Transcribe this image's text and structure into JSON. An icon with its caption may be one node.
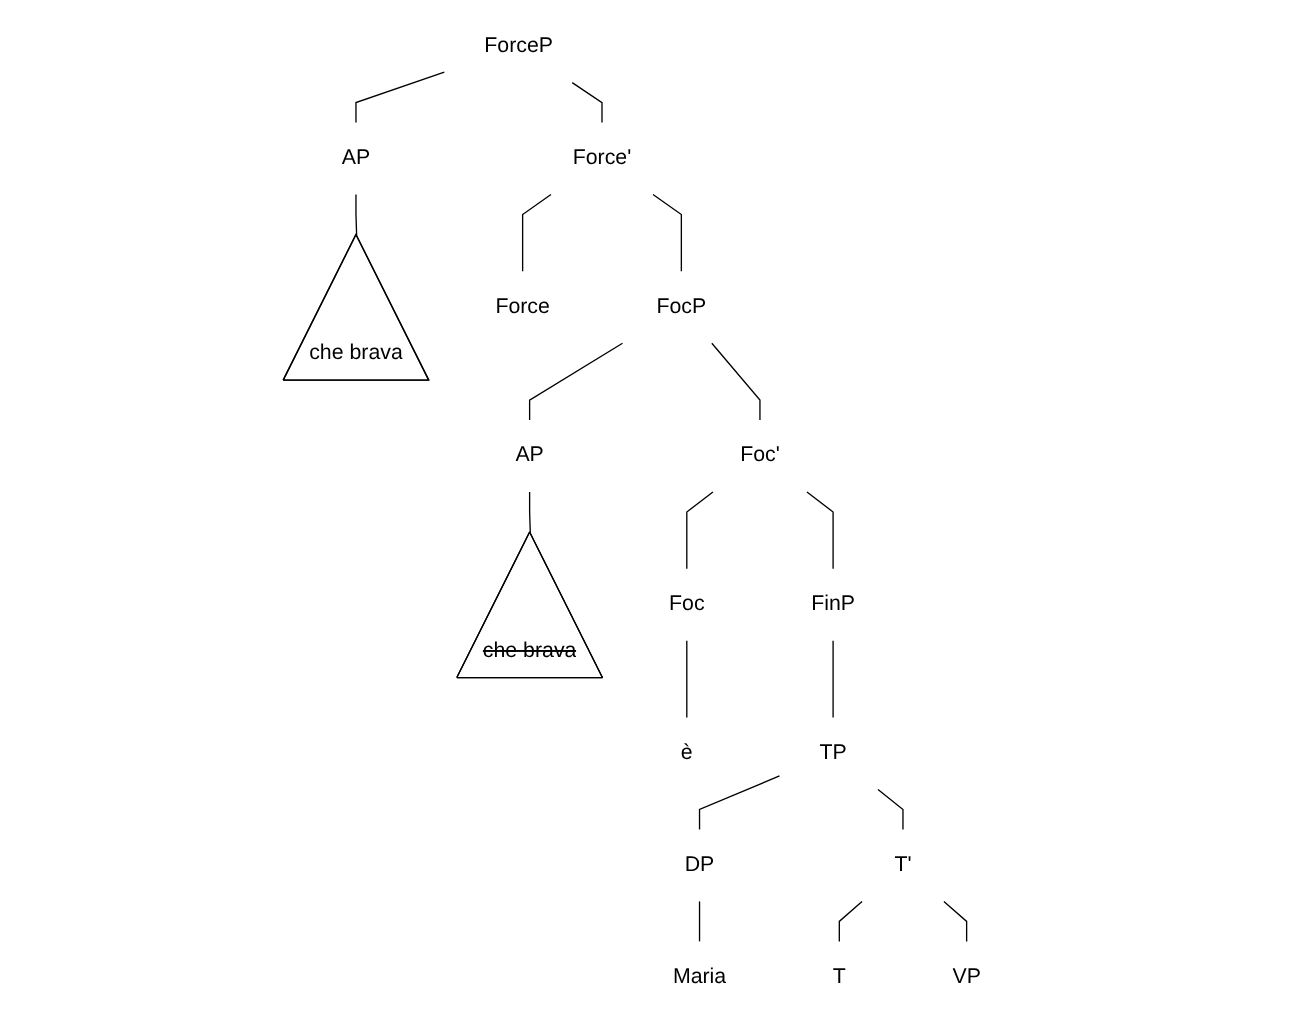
{
  "diagram": {
    "nodes": [
      {
        "text": [
          "ForceP"
        ]
      },
      {
        "text": [
          "AP"
        ]
      },
      {
        "text": [
          "Force'"
        ]
      },
      {
        "text": [
          "che brava"
        ]
      },
      {
        "text": [
          "Force"
        ]
      },
      {
        "text": [
          "FocP"
        ]
      },
      {
        "text": [
          "AP"
        ]
      },
      {
        "text": [
          "Foc'"
        ]
      },
      {
        "text": [
          "che brava"
        ]
      },
      {
        "text": [
          "Foc"
        ]
      },
      {
        "text": [
          "FinP"
        ]
      },
      {
        "text": [
          "è"
        ]
      },
      {
        "text": [
          "TP"
        ]
      },
      {
        "text": [
          "DP"
        ]
      },
      {
        "text": [
          "T'"
        ]
      },
      {
        "text": [
          "Maria"
        ]
      },
      {
        "text": [
          "T"
        ]
      },
      {
        "text": [
          "VP"
        ]
      }
    ],
    "edges": [
      {
        "from": 0,
        "to": 1,
        "arrow": "none"
      },
      {
        "from": 0,
        "to": 2,
        "arrow": "none"
      },
      {
        "from": 1,
        "to": 3,
        "arrow": "none"
      },
      {
        "from": 2,
        "to": 4,
        "arrow": "none"
      },
      {
        "from": 2,
        "to": 5,
        "arrow": "none"
      },
      {
        "from": 5,
        "to": 6,
        "arrow": "none"
      },
      {
        "from": 5,
        "to": 7,
        "arrow": "none"
      },
      {
        "from": 6,
        "to": 8,
        "arrow": "none"
      },
      {
        "from": 7,
        "to": 9,
        "arrow": "none"
      },
      {
        "from": 7,
        "to": 10,
        "arrow": "none"
      },
      {
        "from": 9,
        "to": 11,
        "arrow": "none"
      },
      {
        "from": 10,
        "to": 12,
        "arrow": "none"
      },
      {
        "from": 12,
        "to": 13,
        "arrow": "none"
      },
      {
        "from": 12,
        "to": 14,
        "arrow": "none"
      },
      {
        "from": 13,
        "to": 15,
        "arrow": "none"
      },
      {
        "from": 14,
        "to": 16,
        "arrow": "none"
      },
      {
        "from": 14,
        "to": 17,
        "arrow": "none"
      }
    ]
  }
}
